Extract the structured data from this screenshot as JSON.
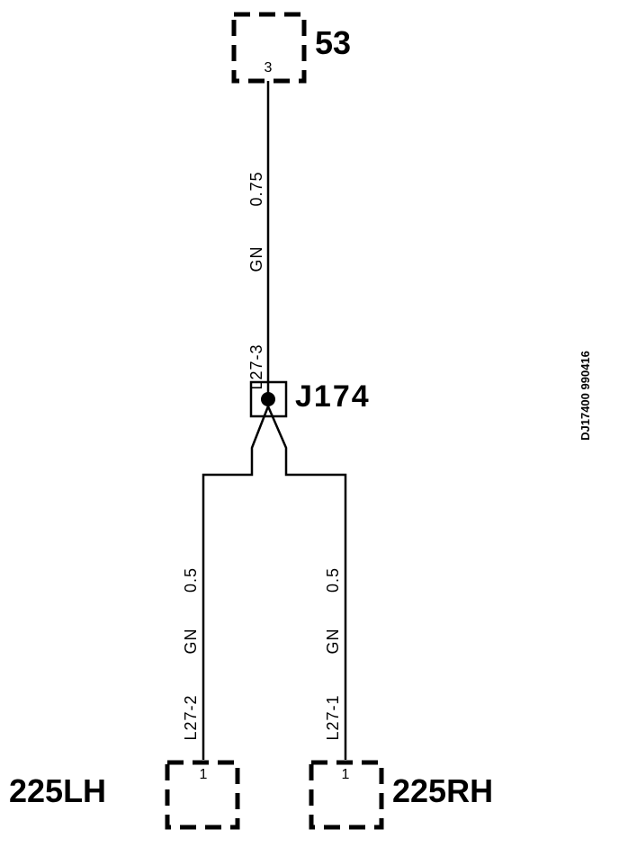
{
  "connectors": {
    "top": {
      "label": "53",
      "pin": "3"
    },
    "left": {
      "label": "225LH",
      "pin": "1"
    },
    "right": {
      "label": "225RH",
      "pin": "1"
    }
  },
  "junction": {
    "label": "J174"
  },
  "wires": {
    "main": {
      "id": "L27-3",
      "color": "GN",
      "size": "0.75"
    },
    "left": {
      "id": "L27-2",
      "color": "GN",
      "size": "0.5"
    },
    "right": {
      "id": "L27-1",
      "color": "GN",
      "size": "0.5"
    }
  },
  "drawing_code": "DJ17400 990416"
}
